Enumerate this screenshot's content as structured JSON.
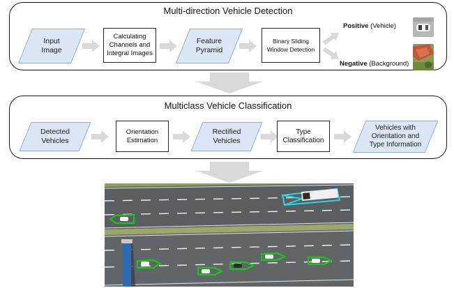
{
  "detection": {
    "title": "Multi-direction Vehicle Detection",
    "input_image": "Input\nImage",
    "calc_channels": "Calculating\nChannels and\nIntegral Images",
    "feature_pyramid": "Feature\nPyramid",
    "sliding_window": "Binary Sliding\nWindow Detection",
    "positive_bold": "Positive",
    "positive_rest": " (Vehicle)",
    "negative_bold": "Negative",
    "negative_rest": " (Background)"
  },
  "classification": {
    "title": "Multiclass Vehicle Classification",
    "detected_vehicles": "Detected\nVehicles",
    "orientation_estimation": "Orientation\nEstimation",
    "rectified_vehicles": "Rectified\nVehicles",
    "type_classification": "Type\nClassification",
    "vehicles_info": "Vehicles with\nOrientation and\nType Information"
  },
  "colors": {
    "parallelogram_fill": "#dbe7f4",
    "parallelogram_border": "#8eaed3",
    "arrow_gray": "#d9d9d9",
    "car_marker": "#1ec21e",
    "truck_marker": "#2ad4e0",
    "road": "#5b5e60",
    "grass": "#8fa058"
  },
  "icons": {
    "positive_sample": "white-car-thumbnail",
    "negative_sample": "red-roof-background-thumbnail"
  }
}
